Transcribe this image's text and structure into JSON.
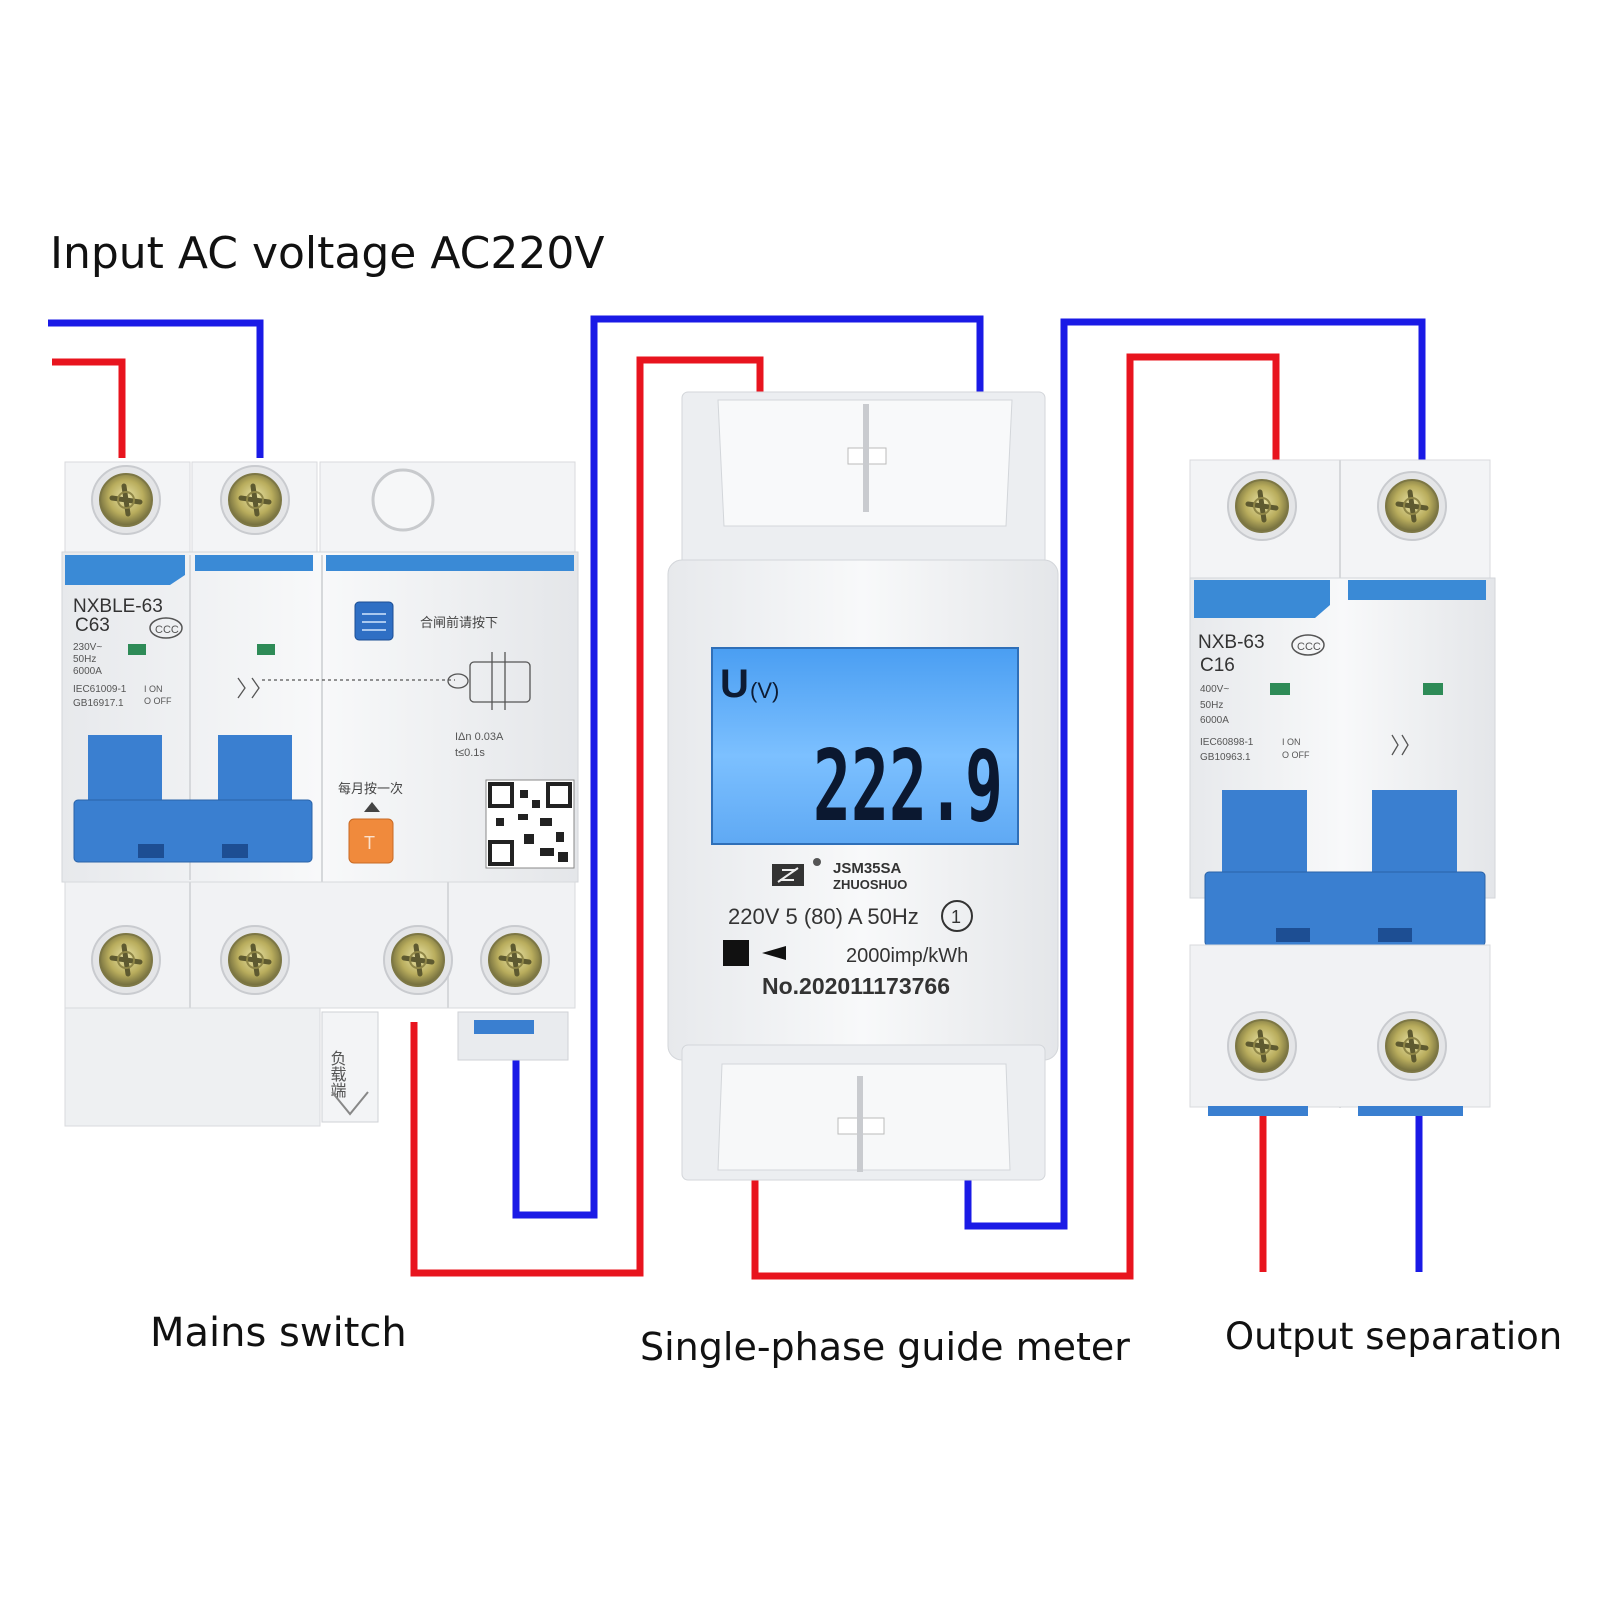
{
  "title": "Input AC voltage AC220V",
  "captions": {
    "mains": "Mains switch",
    "meter": "Single-phase guide meter",
    "output": "Output separation"
  },
  "colors": {
    "live_wire": "#e8141e",
    "neutral_wire": "#1a1ae6",
    "breaker_blue": "#3a7fd0",
    "lcd_blue": "#56a8f5",
    "indicator_green": "#2e8b57",
    "test_button": "#f08a3c"
  },
  "mains_switch": {
    "model": "NXBLE-63",
    "curve": "C63",
    "specs": [
      "230V~",
      "50Hz",
      "6000A",
      "IEC61009-1",
      "GB16917.1"
    ],
    "on_off": [
      "I ON",
      "O OFF"
    ],
    "residual_current": "IΔn 0.03A",
    "trip_time": "t≤0.1s",
    "note_top": "合闸前请按下",
    "note_test": "每月按一次",
    "test_key": "T",
    "load_side": "负载端"
  },
  "meter": {
    "lcd_unit_symbol": "U",
    "lcd_unit": "(V)",
    "reading": "222.9",
    "model": "JSM35SA",
    "brand": "ZHUOSHUO",
    "rating": "220V 5 (80) A 50Hz",
    "class": "1",
    "constant": "2000imp/kWh",
    "serial": "No.202011173766"
  },
  "output_breaker": {
    "model": "NXB-63",
    "curve": "C16",
    "specs": [
      "400V~",
      "50Hz",
      "6000A",
      "IEC60898-1",
      "GB10963.1"
    ],
    "on_off": [
      "I ON",
      "O OFF"
    ]
  }
}
